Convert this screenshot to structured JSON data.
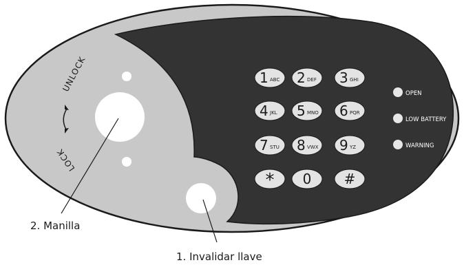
{
  "keypad": {
    "keys": [
      {
        "digit": "1",
        "letters": "ABC"
      },
      {
        "digit": "2",
        "letters": "DEF"
      },
      {
        "digit": "3",
        "letters": "GHI"
      },
      {
        "digit": "4",
        "letters": "JKL"
      },
      {
        "digit": "5",
        "letters": "MNO"
      },
      {
        "digit": "6",
        "letters": "PQR"
      },
      {
        "digit": "7",
        "letters": "STU"
      },
      {
        "digit": "8",
        "letters": "VWX"
      },
      {
        "digit": "9",
        "letters": "YZ"
      },
      {
        "digit": "*",
        "letters": ""
      },
      {
        "digit": "0",
        "letters": ""
      },
      {
        "digit": "#",
        "letters": ""
      }
    ]
  },
  "indicators": [
    {
      "label": "OPEN"
    },
    {
      "label": "LOW BATTERY"
    },
    {
      "label": "WARNING"
    }
  ],
  "handle": {
    "unlock_label": "UNLOCK",
    "lock_label": "LOCK"
  },
  "callouts": {
    "handle": "2. Manilla",
    "override_key": "1. Invalidar llave"
  },
  "colors": {
    "panel": "#c8c8c8",
    "outline": "#1a1a1a",
    "keypad_background": "#333333",
    "key": "#e3e3e3",
    "indicator": "#e6e6e6"
  }
}
